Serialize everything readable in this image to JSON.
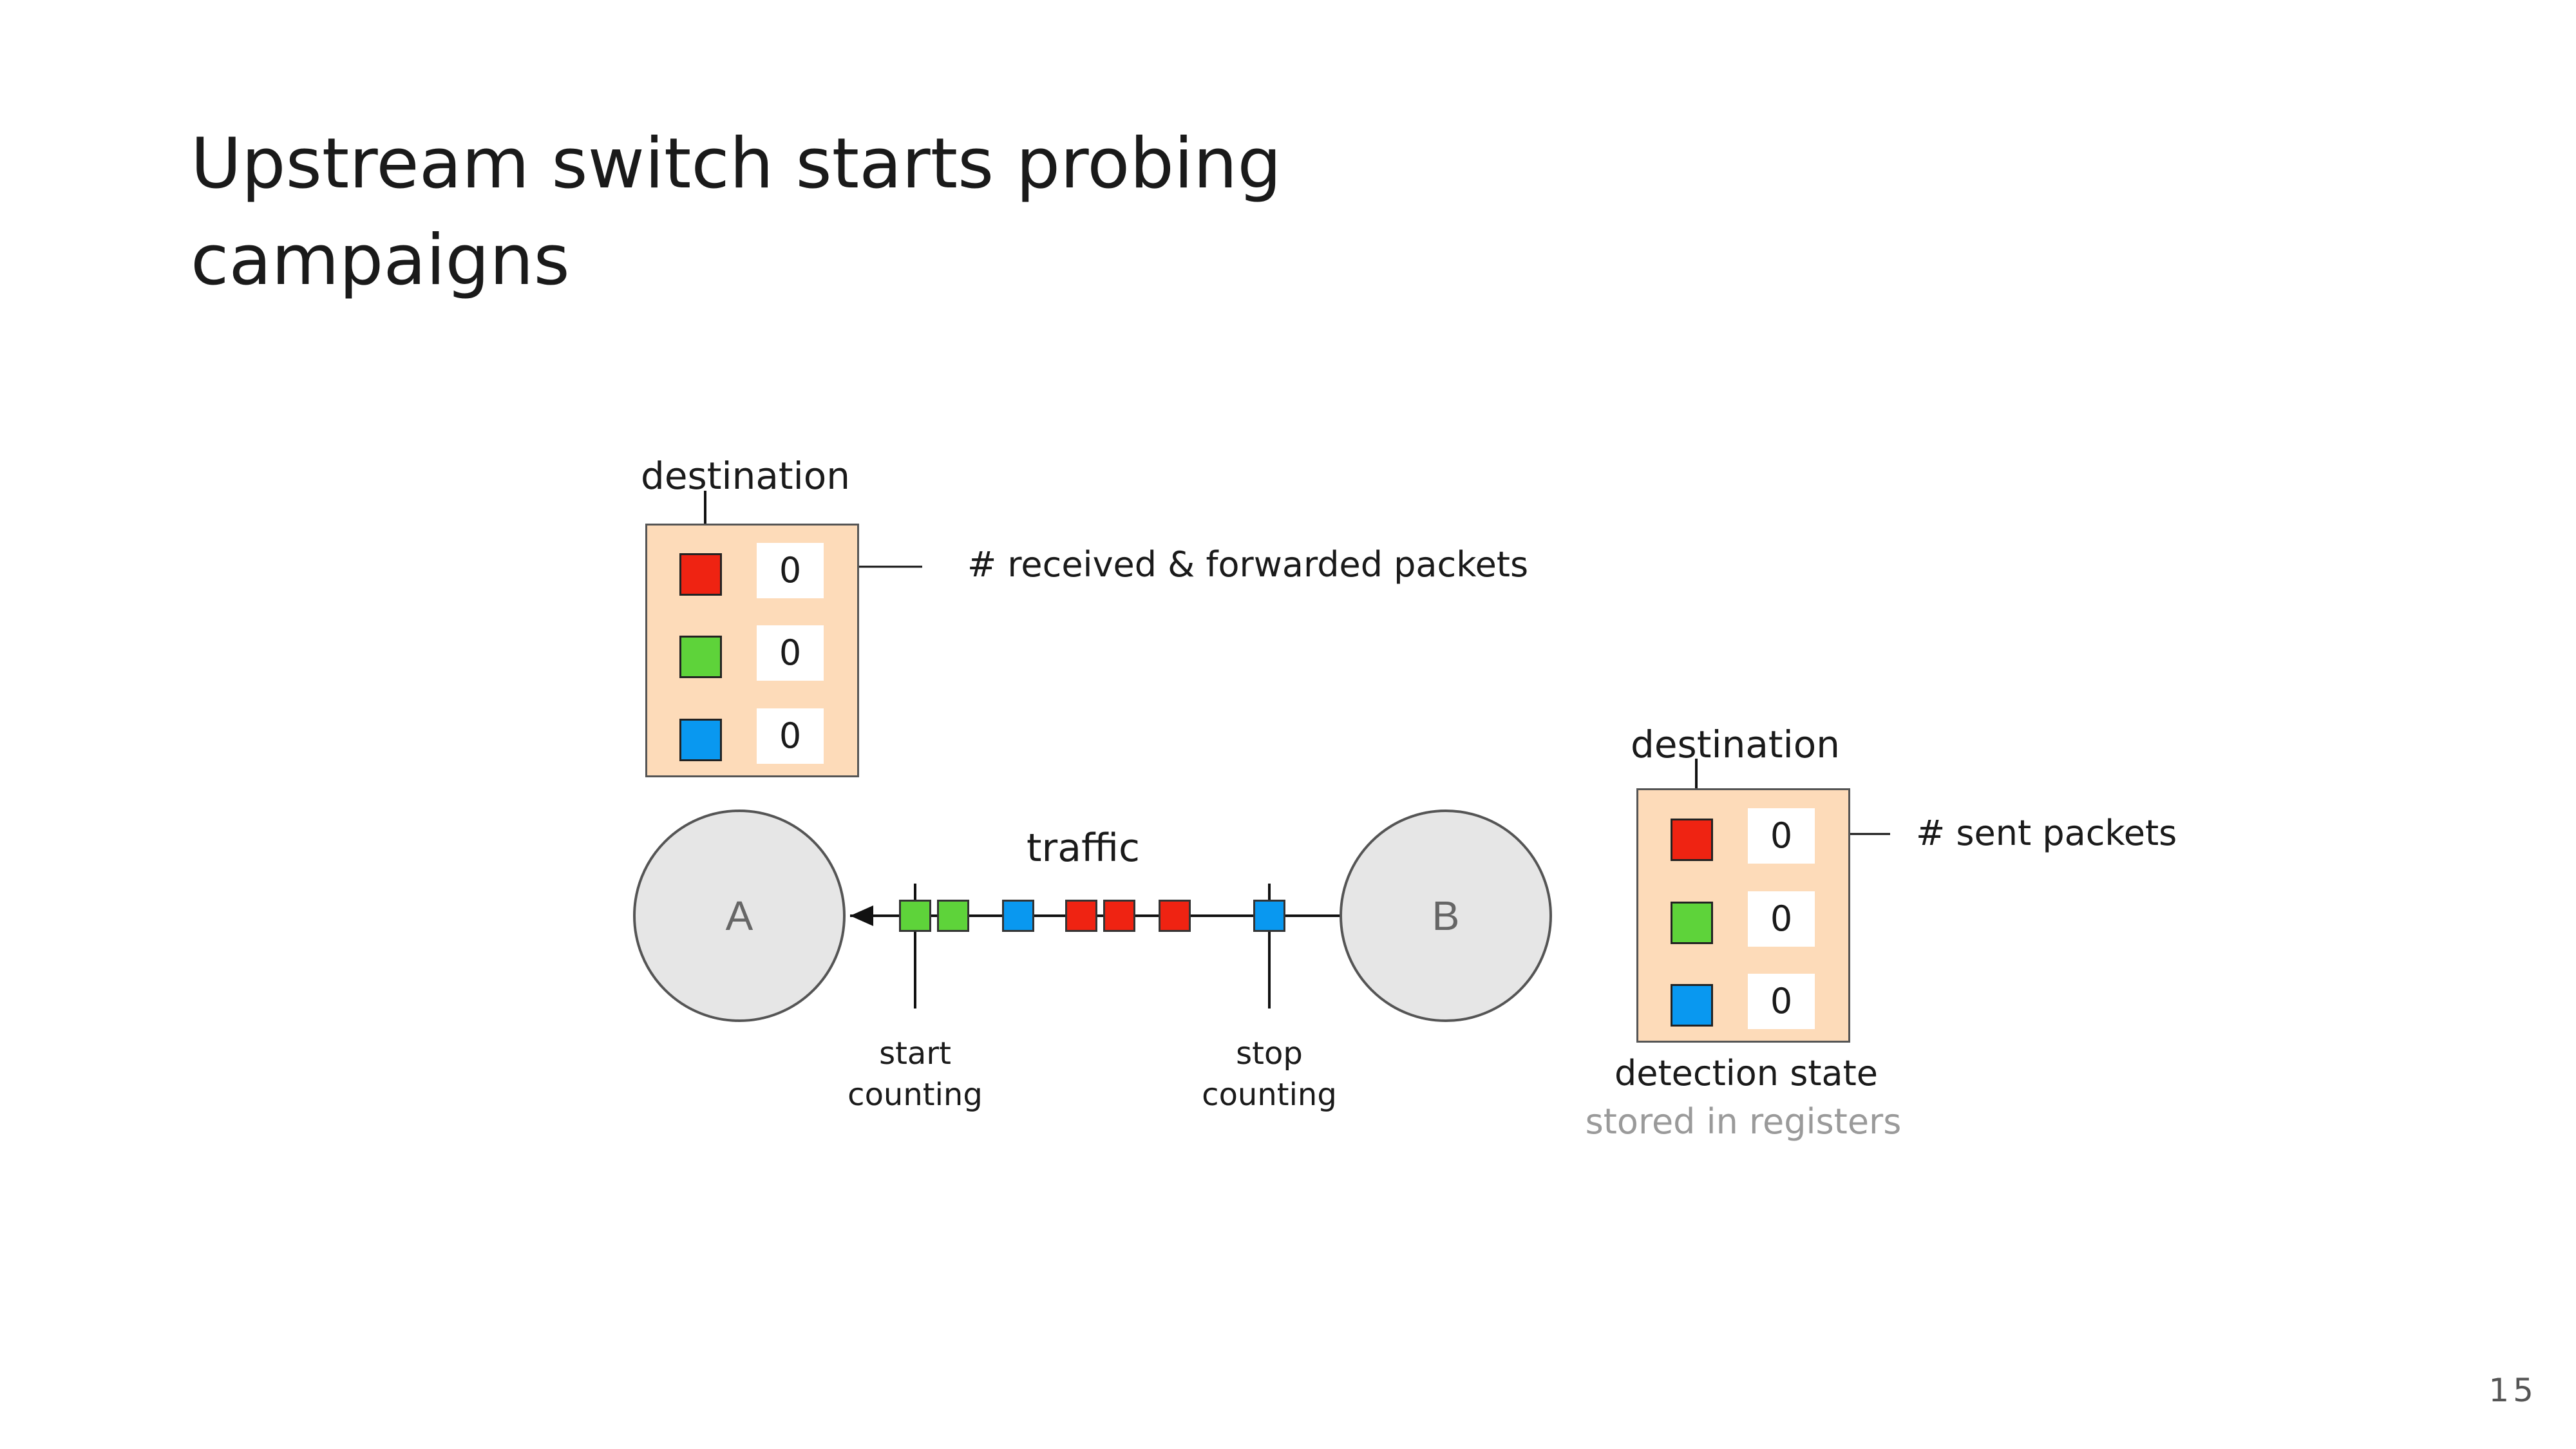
{
  "slide": {
    "title_line1": "Upstream switch starts probing",
    "title_line2": "campaigns",
    "page_number": "15"
  },
  "colors": {
    "red": "#ef2312",
    "green": "#5ed33a",
    "blue": "#0998f0",
    "table_bg": "#fddbb9",
    "node_bg": "#e6e6e6"
  },
  "upstream_table": {
    "label": "destination",
    "annotation": "# received & forwarded packets",
    "rows": [
      {
        "color": "red",
        "value": "0"
      },
      {
        "color": "green",
        "value": "0"
      },
      {
        "color": "blue",
        "value": "0"
      }
    ]
  },
  "downstream_table": {
    "label": "destination",
    "annotation": "# sent packets",
    "caption": "detection state",
    "subcaption": "stored in registers",
    "rows": [
      {
        "color": "red",
        "value": "0"
      },
      {
        "color": "green",
        "value": "0"
      },
      {
        "color": "blue",
        "value": "0"
      }
    ]
  },
  "nodes": {
    "a": "A",
    "b": "B"
  },
  "link": {
    "label": "traffic",
    "start_line1": "start",
    "start_line2": "counting",
    "stop_line1": "stop",
    "stop_line2": "counting",
    "packets": [
      "green",
      "green",
      "blue",
      "red",
      "red",
      "red",
      "blue"
    ]
  }
}
